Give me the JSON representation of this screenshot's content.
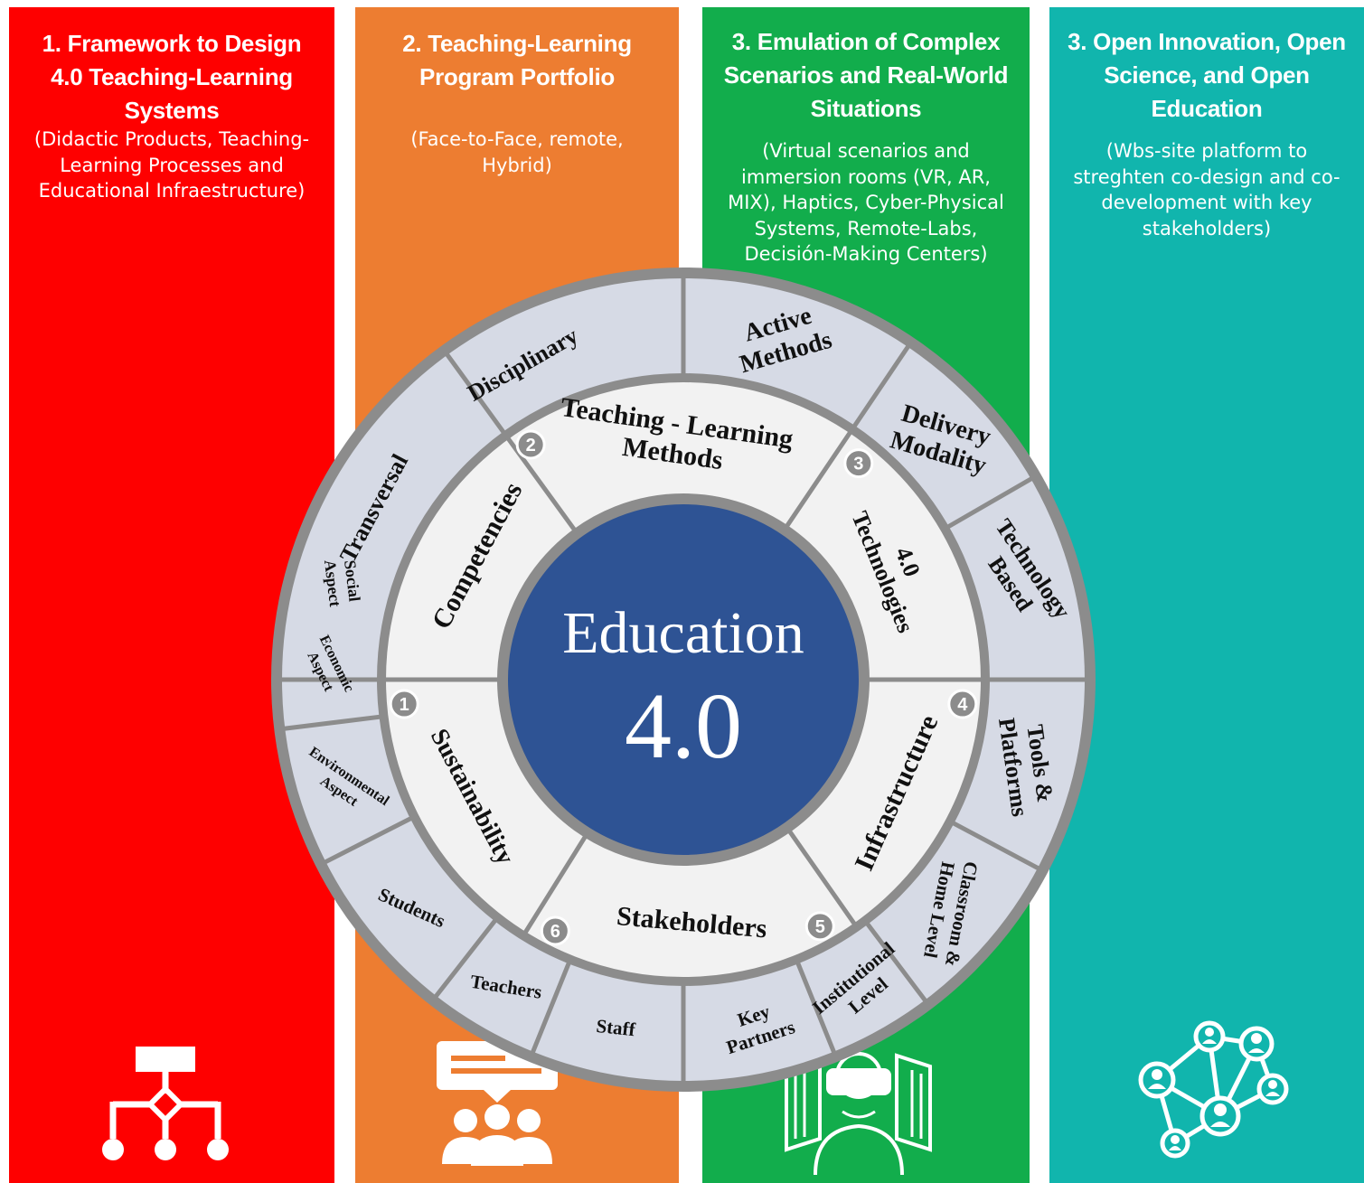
{
  "colors": {
    "column1": "#fe0000",
    "column2": "#ed7d31",
    "column3": "#12ad4c",
    "column4": "#11b5ad",
    "center": "#2e5394",
    "ring_fill": "#f2f2f2",
    "outer_ring_fill": "#d6dae5",
    "ring_stroke": "#8c8c8c"
  },
  "columns": [
    {
      "title": "1. Framework to Design 4.0 Teaching-Learning Systems",
      "subtitle": "(Didactic Products, Teaching-Learning Processes and Educational Infraestructure)",
      "icon": "hierarchy-diagram-icon"
    },
    {
      "title": "2. Teaching-Learning Program Portfolio",
      "subtitle": "(Face-to-Face, remote, Hybrid)",
      "icon": "presentation-audience-icon"
    },
    {
      "title": "3. Emulation of Complex Scenarios and Real-World Situations",
      "subtitle": "(Virtual scenarios and immersion rooms (VR, AR, MIX), Haptics, Cyber-Physical Systems, Remote-Labs, Decisión-Making Centers)",
      "icon": "vr-headset-icon"
    },
    {
      "title": "3. Open Innovation, Open Science, and Open Education",
      "subtitle": "(Wbs-site platform to streghten co-design and co-development with key stakeholders)",
      "icon": "network-people-icon"
    }
  ],
  "wheel": {
    "center_title": "Education",
    "center_number": "4.0",
    "inner_segments": [
      {
        "number": "1",
        "label": "Competencies"
      },
      {
        "number": "2",
        "label": "Teaching - Learning Methods"
      },
      {
        "number": "3",
        "label": "4.0 Technologies"
      },
      {
        "number": "4",
        "label": "Infrastructure"
      },
      {
        "number": "5",
        "label": "Stakeholders"
      },
      {
        "number": "6",
        "label": "Sustainability"
      }
    ],
    "outer_segments": [
      {
        "label": "Transversal"
      },
      {
        "label": "Disciplinary"
      },
      {
        "label": "Active Methods"
      },
      {
        "label": "Delivery Modality"
      },
      {
        "label": "Technology Based"
      },
      {
        "label": "Tools & Platforms"
      },
      {
        "label": "Classroom & Home Level"
      },
      {
        "label": "Institutional Level"
      },
      {
        "label": "Key Partners"
      },
      {
        "label": "Staff"
      },
      {
        "label": "Teachers"
      },
      {
        "label": "Students"
      },
      {
        "label": "Environmental Aspect"
      },
      {
        "label": "Economic Aspect"
      },
      {
        "label": "Social Aspect"
      }
    ]
  }
}
